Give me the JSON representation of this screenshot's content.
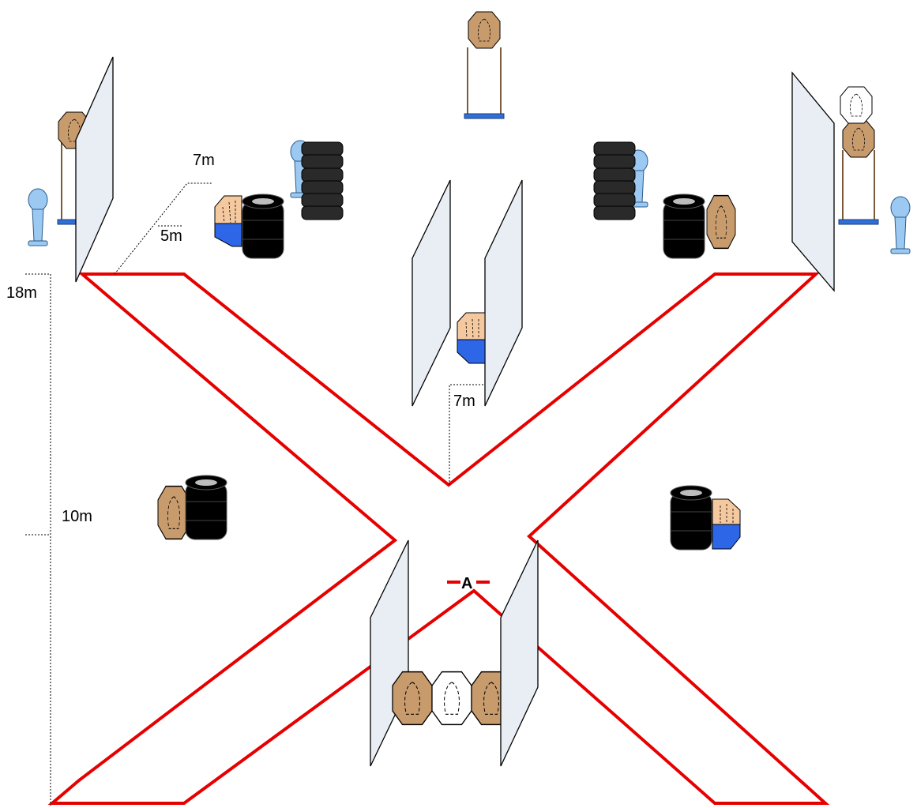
{
  "labels": {
    "dim_7m_top": "7m",
    "dim_5m": "5m",
    "dim_18m": "18m",
    "dim_7m_center": "7m",
    "dim_10m": "10m",
    "start_position": "A"
  },
  "colors": {
    "fault_line": "#e60000",
    "wall": "#e9eef5",
    "target_brown": "#c89b6d",
    "popper_blue": "#9cc9f2",
    "no_shoot_blue": "#2e66e8"
  }
}
